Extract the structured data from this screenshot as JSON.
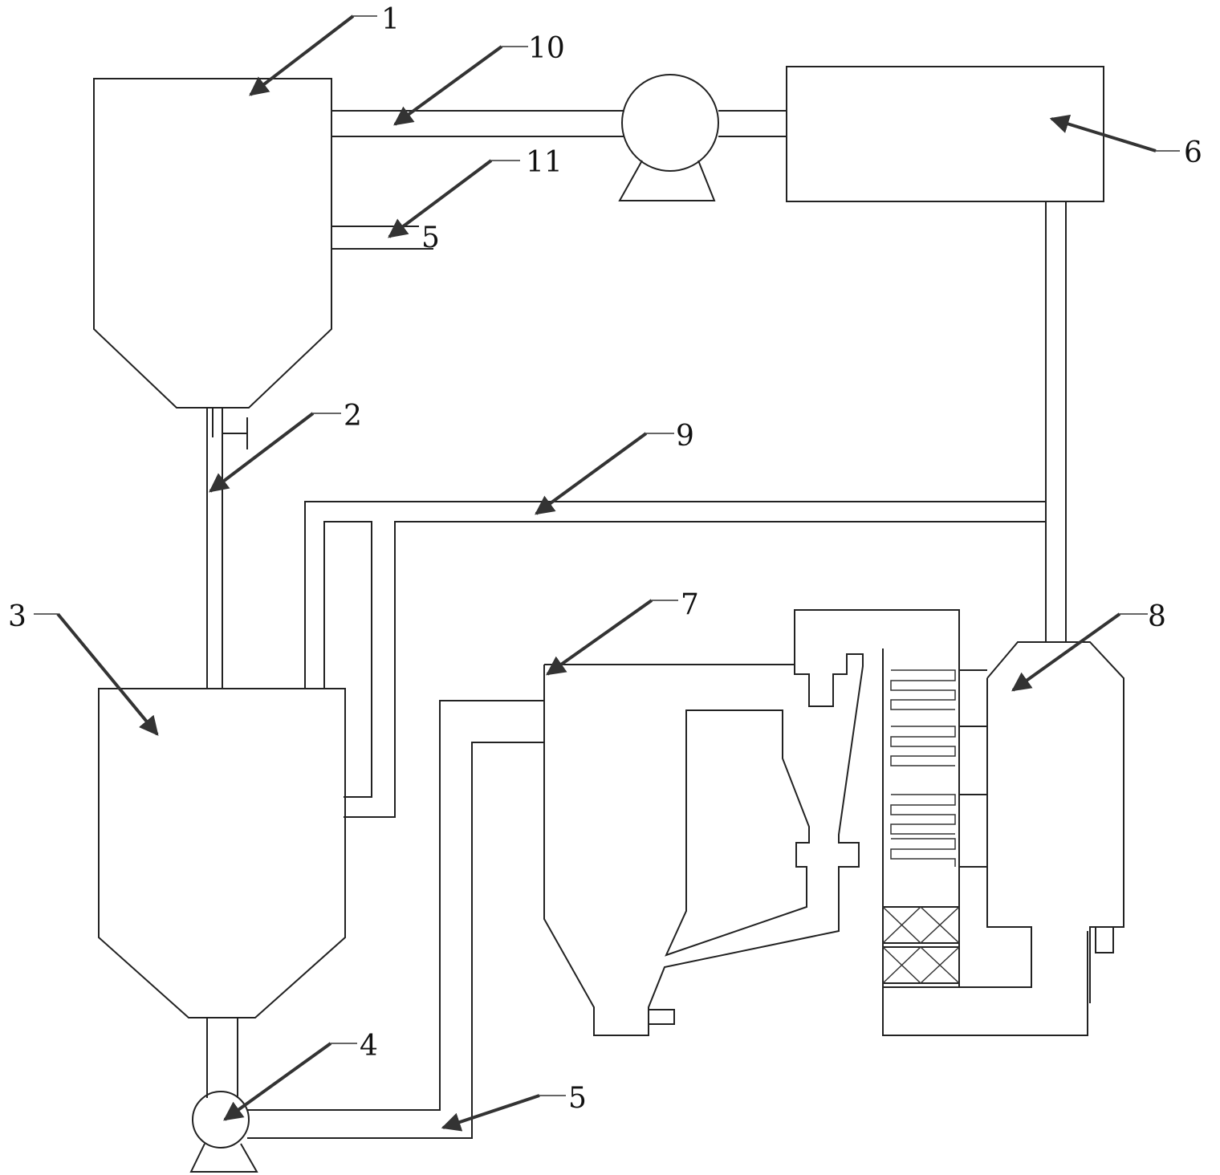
{
  "labels": {
    "l1": "1",
    "l2": "2",
    "l3": "3",
    "l4": "4",
    "l5": "5",
    "l6": "6",
    "l7": "7",
    "l8": "8",
    "l9": "9",
    "l10": "10",
    "l11": "11",
    "l5b": "5"
  },
  "colors": {
    "stroke": "#222222",
    "background": "#ffffff"
  }
}
